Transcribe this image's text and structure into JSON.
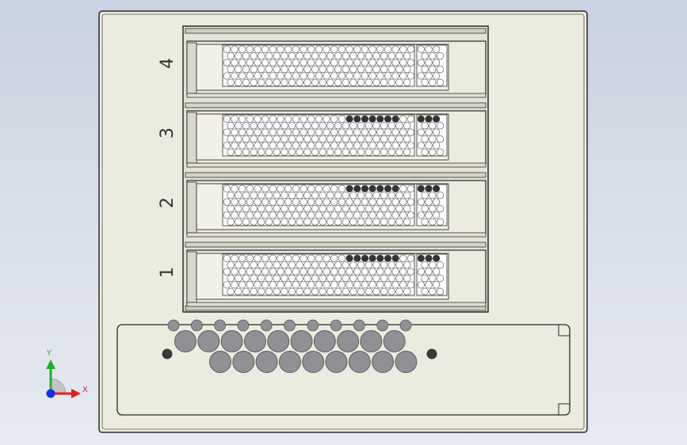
{
  "drive_bays": [
    {
      "number": "4"
    },
    {
      "number": "3"
    },
    {
      "number": "2"
    },
    {
      "number": "1"
    }
  ],
  "axis_triad": {
    "x_label": "X",
    "y_label": "Y",
    "x_color": "#e0201b",
    "y_color": "#1fae2a",
    "z_color": "#1a2fe0"
  },
  "colors": {
    "chassis_face": "#ecebdf",
    "edge": "#2a2a2a",
    "fan_circle": "#8f9195",
    "perforation": "#ffffff",
    "filled_hole": "#333333"
  }
}
